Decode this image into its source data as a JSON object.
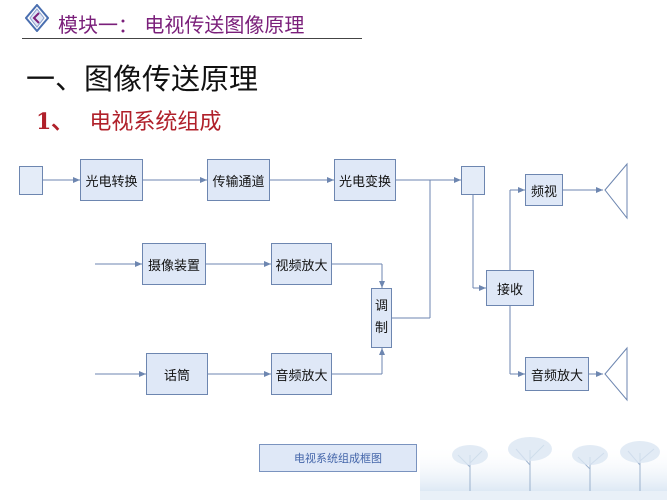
{
  "header": {
    "title": "模块一： 电视传送图像原理"
  },
  "main_heading": "一、图像传送原理",
  "sub_heading": {
    "number": "1、",
    "text": "电视系统组成"
  },
  "diagram": {
    "boxes": {
      "photo_convert": "光电转换",
      "transmit_channel": "传输通道",
      "photo_convert_rev": "光电变换",
      "camera": "摄像装置",
      "video_amp": "视频放大",
      "modulate_1": "调",
      "modulate_2": "制",
      "microphone": "话筒",
      "audio_amp_tx": "音频放大",
      "receive": "接收",
      "video_out": "频视",
      "audio_amp_rx": "音频放大"
    },
    "caption": "电视系统组成框图"
  },
  "colors": {
    "header": "#7a1f7a",
    "subheading": "#b0202a",
    "box_fill": "#dfe8f7",
    "box_border": "#6d86b0"
  }
}
